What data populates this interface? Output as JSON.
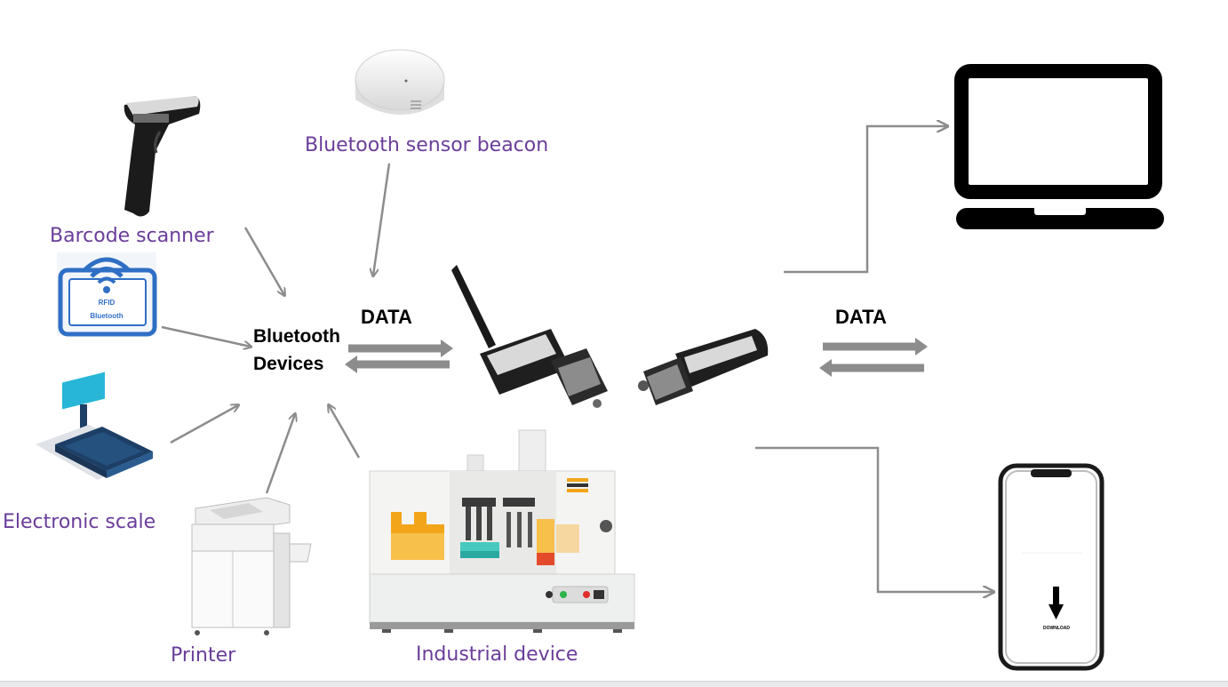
{
  "labels": {
    "sensor_beacon": "Bluetooth sensor beacon",
    "barcode_scanner": "Barcode scanner",
    "electronic_scale": "Electronic scale",
    "printer": "Printer",
    "industrial_device": "Industrial device",
    "bluetooth_devices_line1": "Bluetooth",
    "bluetooth_devices_line2": "Devices",
    "data_left": "DATA",
    "data_right": "DATA"
  },
  "rfid_badge": {
    "line1": "RFID",
    "line2": "Bluetooth"
  },
  "phone_screen": {
    "download_text": "DOWNLOAD"
  },
  "colors": {
    "label_purple": "#6a3d9a",
    "arrow_gray": "#8c8c8c",
    "rfid_blue": "#2f6fc4",
    "scale_cyan": "#27b6d8",
    "scale_navy": "#1d3f66"
  },
  "icons": [
    "barcode-scanner-icon",
    "rfid-bluetooth-icon",
    "electronic-scale-icon",
    "printer-icon",
    "sensor-beacon-icon",
    "industrial-device-icon",
    "bluetooth-adapter-icon",
    "laptop-icon",
    "smartphone-icon"
  ]
}
